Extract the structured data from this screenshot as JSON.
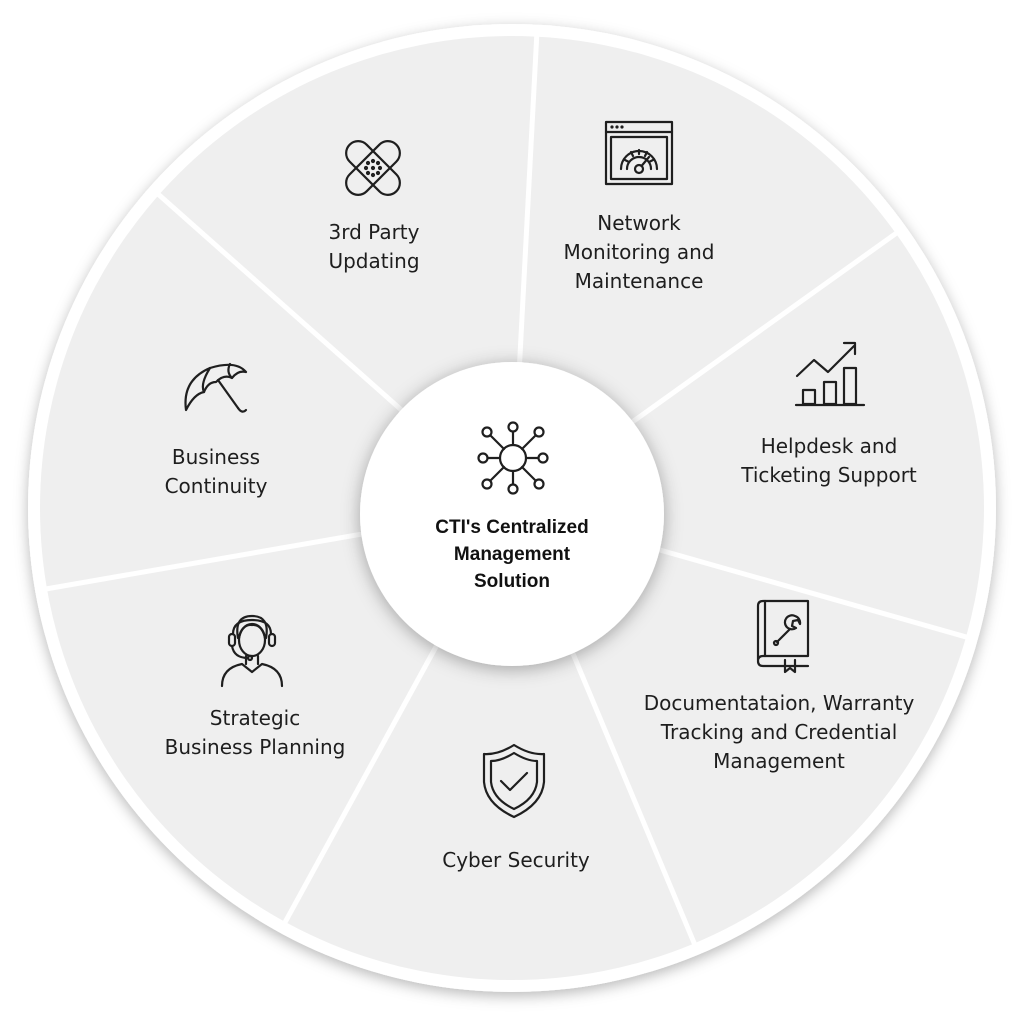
{
  "diagram": {
    "center": {
      "lines": [
        "CTI's Centralized",
        "Management",
        "Solution"
      ],
      "icon": "network-hub-icon"
    },
    "segments": [
      {
        "id": "third-party-updating",
        "lines": [
          "3rd Party",
          "Updating"
        ],
        "icon": "bandage-icon"
      },
      {
        "id": "network-monitoring",
        "lines": [
          "Network",
          "Monitoring and",
          "Maintenance"
        ],
        "icon": "speedometer-window-icon"
      },
      {
        "id": "helpdesk-ticketing",
        "lines": [
          "Helpdesk and",
          "Ticketing Support"
        ],
        "icon": "growth-chart-icon"
      },
      {
        "id": "documentation-warranty",
        "lines": [
          "Documentataion, Warranty",
          "Tracking and Credential",
          "Management"
        ],
        "icon": "manual-wrench-icon"
      },
      {
        "id": "cyber-security",
        "lines": [
          "Cyber Security"
        ],
        "icon": "shield-check-icon"
      },
      {
        "id": "strategic-planning",
        "lines": [
          "Strategic",
          "Business Planning"
        ],
        "icon": "support-agent-icon"
      },
      {
        "id": "business-continuity",
        "lines": [
          "Business",
          "Continuity"
        ],
        "icon": "umbrella-icon"
      }
    ],
    "colors": {
      "segment_fill": "#efefef",
      "divider": "#ffffff",
      "center_fill": "#ffffff",
      "icon_stroke": "#1f1f1f",
      "text": "#1e1e1e"
    }
  }
}
